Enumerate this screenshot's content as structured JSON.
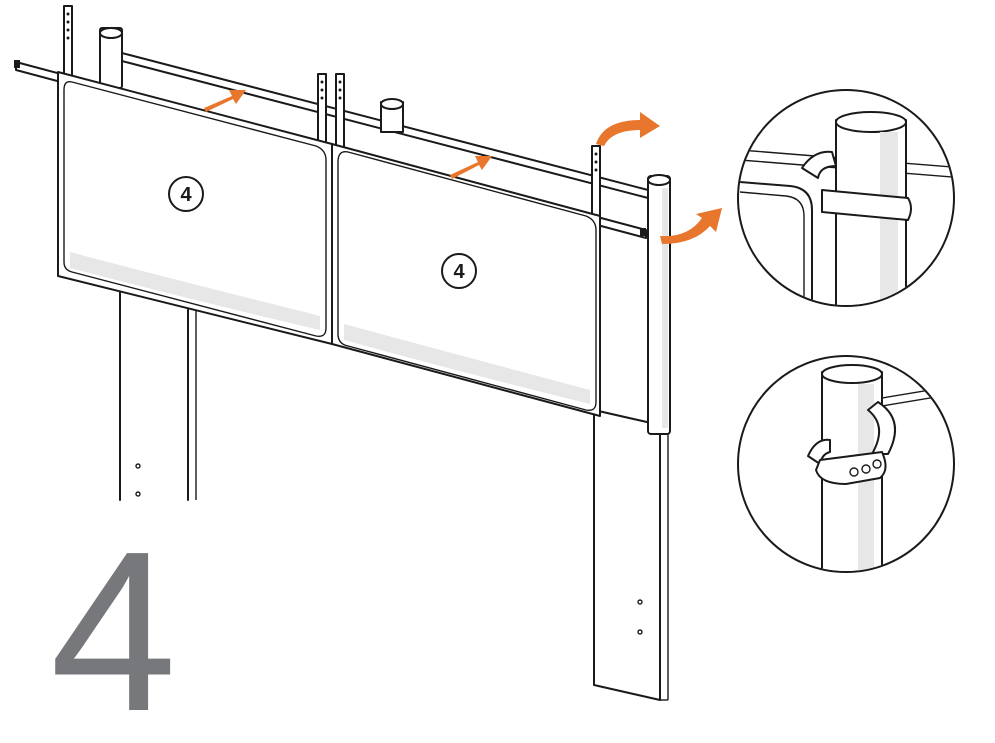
{
  "step": {
    "number": "4"
  },
  "callouts": [
    {
      "label": "4",
      "target": "left-panel"
    },
    {
      "label": "4",
      "target": "right-panel"
    }
  ],
  "details": [
    {
      "name": "strap-wrap-top-detail"
    },
    {
      "name": "strap-buckle-bottom-detail"
    }
  ],
  "colors": {
    "arrow": "#e8762d",
    "outline": "#1a1a1a",
    "step_number": "#77787b",
    "shade": "#e7e7e7"
  },
  "icons": [
    "push-arrow-icon",
    "curved-arrow-icon"
  ]
}
